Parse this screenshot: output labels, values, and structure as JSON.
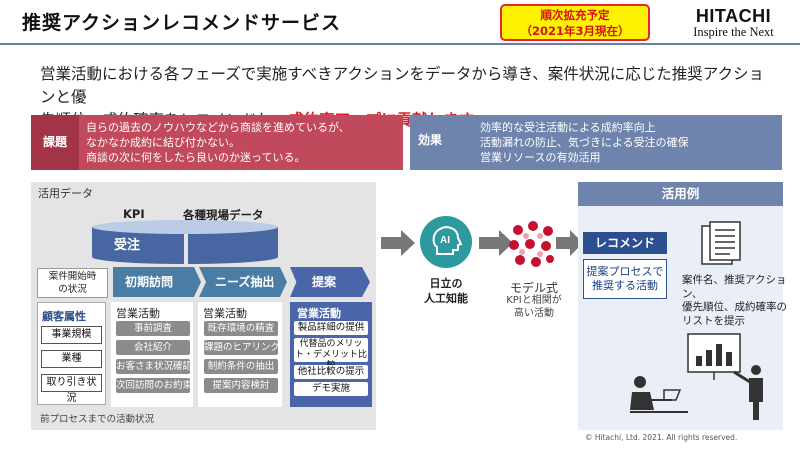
{
  "header": {
    "title": "推奨アクションレコメンドサービス",
    "badge_line1": "順次拡充予定",
    "badge_line2": "（2021年3月現在）",
    "logo_line1": "HITACHI",
    "logo_line2": "Inspire the Next"
  },
  "lead": {
    "text1": "営業活動における各フェーズで実施すべきアクションをデータから導き、案件状況に応じた推奨アクションと優",
    "text2": "先順位・成約確率をレコメンドし、",
    "emphasis": "成約率アップに貢献します。"
  },
  "issue": {
    "tag": "課題",
    "lines": [
      "自らの過去のノウハウなどから商談を進めているが、",
      "なかなか成約に結び付かない。",
      "商談の次に何をしたら良いのか迷っている。"
    ]
  },
  "effect": {
    "tag": "効果",
    "lines": [
      "効率的な受注活動による成約率向上",
      "活動漏れの防止、気づきによる受注の確保",
      "営業リソースの有効活用"
    ]
  },
  "data_panel": {
    "label": "活用データ",
    "kpi_label": "KPI",
    "field_label": "各種現場データ",
    "kpi_value": "受注",
    "start_box": [
      "案件開始時",
      "の状況"
    ],
    "stages": [
      "初期訪問",
      "ニーズ抽出",
      "提案"
    ],
    "customer": {
      "title": "顧客属性",
      "items": [
        "事業規模",
        "業種",
        "取り引き状況"
      ]
    },
    "activity1": {
      "title": "営業活動",
      "items": [
        "事前調査",
        "会社紹介",
        "お客さま状況確認",
        "次回訪問のお約束"
      ]
    },
    "activity2": {
      "title": "営業活動",
      "items": [
        "既存環境の精査",
        "課題のヒアリング",
        "制約条件の抽出",
        "提案内容検討"
      ]
    },
    "proposal": {
      "title": "営業活動",
      "items": [
        "製品詳細の提供",
        "代替品のメリット・デメリット比較",
        "他社比較の提示",
        "デモ実施"
      ]
    },
    "previous_label": "前プロセスまでの活動状況"
  },
  "ai": {
    "icon_text": "AI",
    "label_line1": "日立の",
    "label_line2": "人工知能"
  },
  "model": {
    "label": "モデル式",
    "sub_line1": "KPIと相関が",
    "sub_line2": "高い活動"
  },
  "use_panel": {
    "header": "活用例",
    "rec_head": "レコメンド",
    "rec_body_line1": "提案プロセスで",
    "rec_body_line2": "推奨する活動",
    "desc": [
      "案件名、推奨アクション、",
      "優先順位、成約確率の",
      "リストを提示"
    ]
  },
  "footer": {
    "copyright": "© Hitachi, Ltd. 2021. All rights reserved."
  },
  "colors": {
    "issue": "#c04a5c",
    "effect": "#6f84ad",
    "accent_red": "#d81e2a",
    "ai_teal": "#2c9a9e",
    "navy": "#2c4f8f"
  }
}
